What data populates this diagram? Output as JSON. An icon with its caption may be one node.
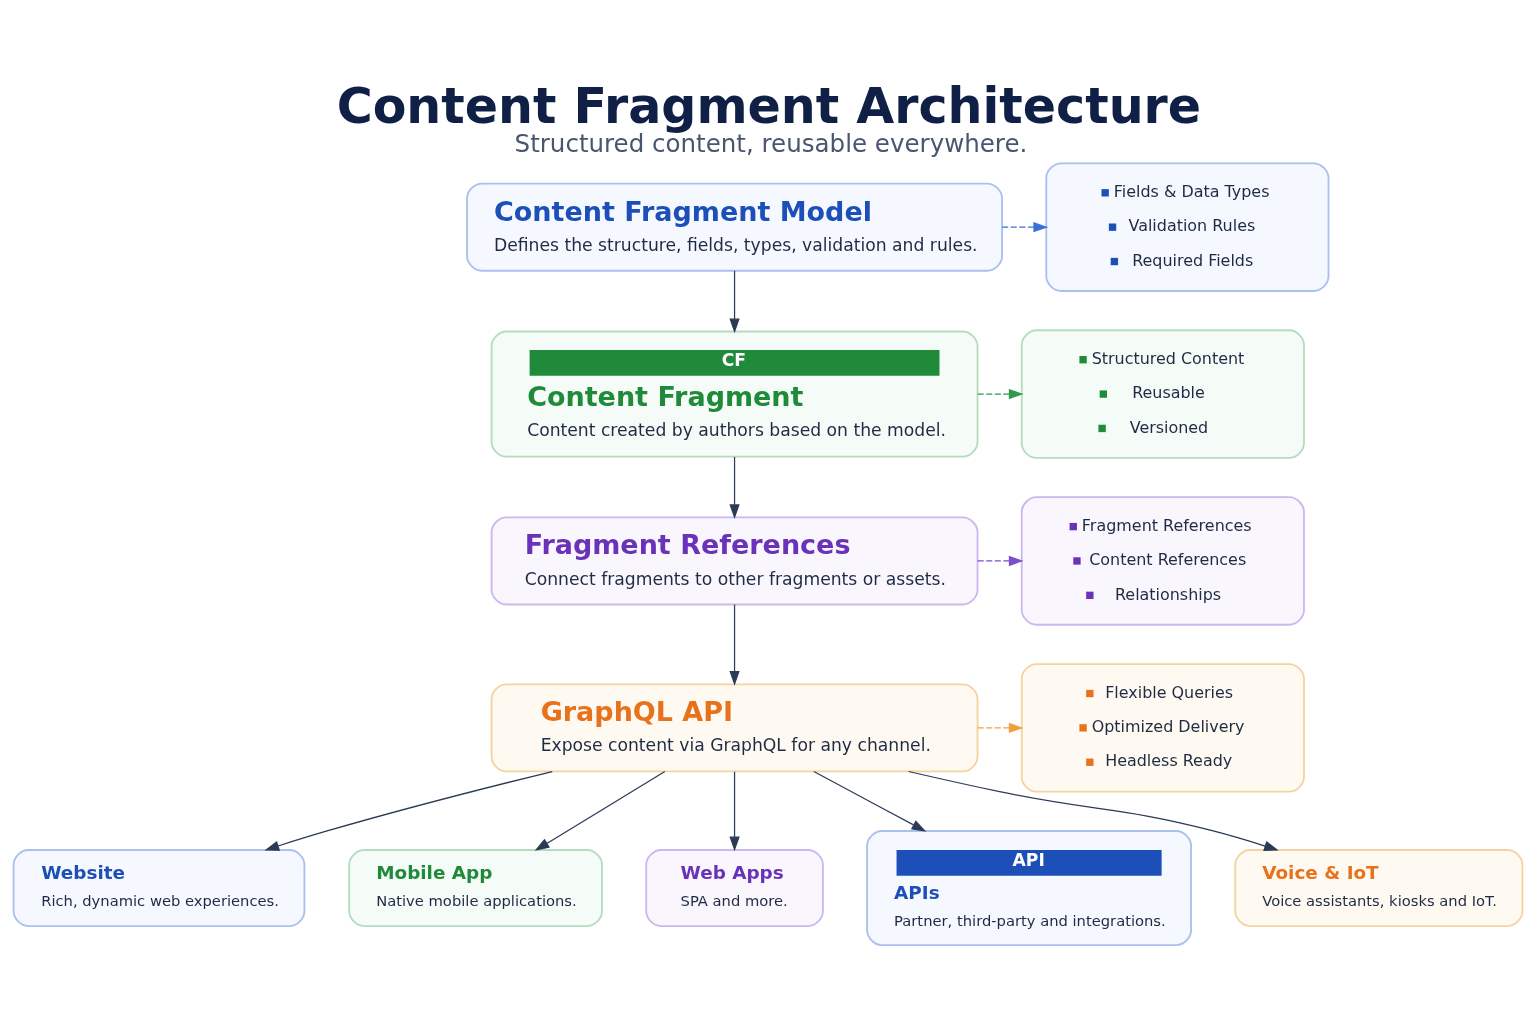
{
  "diagram": {
    "title": "Content Fragment Architecture",
    "caption": "Structured content, reusable everywhere.",
    "nodes": [
      {
        "text": [
          "Content Fragment Model",
          "Defines the structure, fields, types, validation and rules."
        ]
      },
      {
        "text": [
          "Fields & Data Types",
          "Validation Rules",
          "Required Fields"
        ]
      },
      {
        "text": [
          "CF",
          "Content Fragment",
          "Content created by authors based on the model."
        ]
      },
      {
        "text": [
          "Structured Content",
          "Reusable",
          "Versioned"
        ]
      },
      {
        "text": [
          "Fragment References",
          "Connect fragments to other fragments or assets."
        ]
      },
      {
        "text": [
          "Fragment References",
          "Content References",
          "Relationships"
        ]
      },
      {
        "text": [
          "GraphQL API",
          "Expose content via GraphQL for any channel."
        ]
      },
      {
        "text": [
          "Flexible Queries",
          "Optimized Delivery",
          "Headless Ready"
        ]
      },
      {
        "text": [
          "Website",
          "Rich, dynamic web experiences."
        ]
      },
      {
        "text": [
          "Mobile App",
          "Native mobile applications."
        ]
      },
      {
        "text": [
          "Web Apps",
          "SPA and more."
        ]
      },
      {
        "text": [
          "API",
          "APIs",
          "Partner, third-party and integrations."
        ]
      },
      {
        "text": [
          "Voice & IoT",
          "Voice assistants, kiosks and IoT."
        ]
      }
    ],
    "edges": [
      {
        "from": 0,
        "to": 1,
        "arrow": "to",
        "style": "dashed",
        "color": "#3b6fd8"
      },
      {
        "from": 0,
        "to": 2,
        "arrow": "to"
      },
      {
        "from": 2,
        "to": 3,
        "arrow": "to",
        "style": "dashed",
        "color": "#2e9a4a"
      },
      {
        "from": 2,
        "to": 4,
        "arrow": "to"
      },
      {
        "from": 4,
        "to": 5,
        "arrow": "to",
        "style": "dashed",
        "color": "#7b4fc8"
      },
      {
        "from": 4,
        "to": 6,
        "arrow": "to"
      },
      {
        "from": 6,
        "to": 7,
        "arrow": "to",
        "style": "dashed",
        "color": "#f0a040"
      },
      {
        "from": 6,
        "to": 8,
        "arrow": "to"
      },
      {
        "from": 6,
        "to": 9,
        "arrow": "to"
      },
      {
        "from": 6,
        "to": 10,
        "arrow": "to"
      },
      {
        "from": 6,
        "to": 11,
        "arrow": "to"
      },
      {
        "from": 6,
        "to": 12,
        "arrow": "to"
      }
    ]
  }
}
